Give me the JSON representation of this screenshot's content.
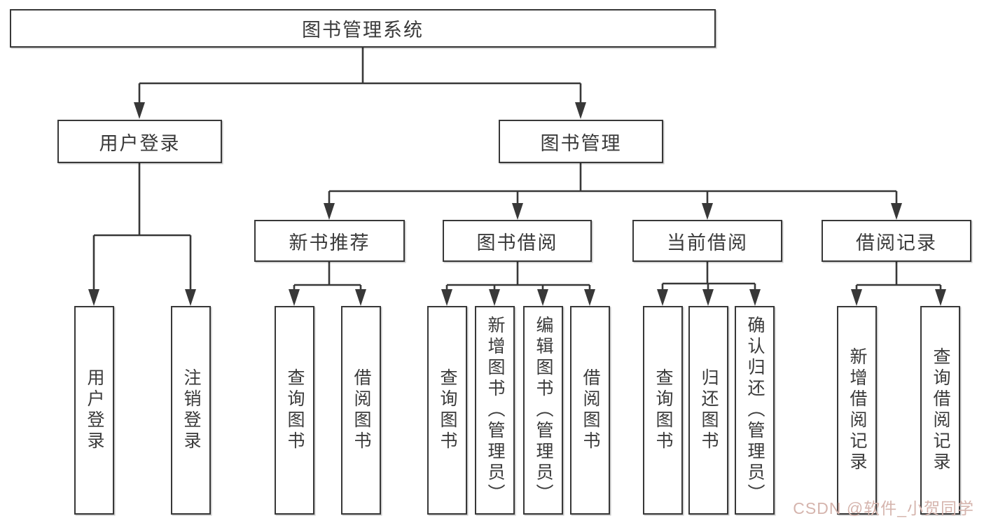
{
  "colors": {
    "line": "#383838",
    "text": "#3a3a3a",
    "background": "#ffffff",
    "watermark_color": "#d5b4ad"
  },
  "watermark": {
    "text": "CSDN @软件_小贺同学"
  },
  "diagram": {
    "root": "图书管理系统",
    "level2": [
      "用户登录",
      "图书管理"
    ],
    "level3": [
      "新书推荐",
      "图书借阅",
      "当前借阅",
      "借阅记录"
    ],
    "leaves": {
      "user_login": [
        "用户登录",
        "注销登录"
      ],
      "new_book_recommend": [
        "查询图书",
        "借阅图书"
      ],
      "book_borrow": [
        "查询图书",
        "新增图书（管理员）",
        "编辑图书（管理员）",
        "借阅图书"
      ],
      "current_borrow": [
        "查询图书",
        "归还图书",
        "确认归还（管理员）"
      ],
      "borrow_records": [
        "新增借阅记录",
        "查询借阅记录"
      ]
    }
  }
}
